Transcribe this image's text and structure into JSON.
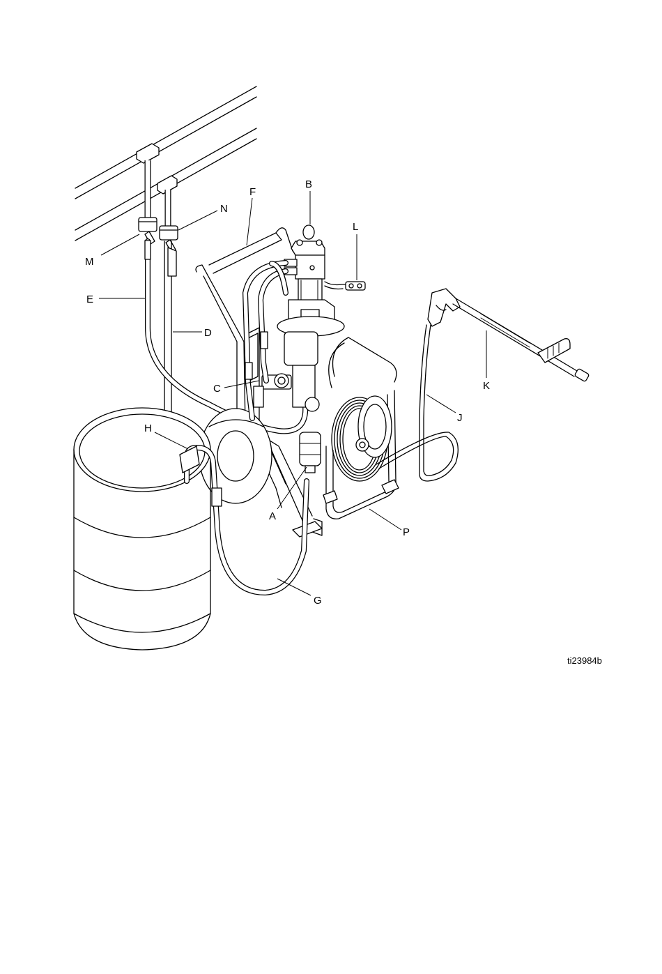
{
  "labels": {
    "A": "A",
    "B": "B",
    "C": "C",
    "D": "D",
    "E": "E",
    "F": "F",
    "G": "G",
    "H": "H",
    "J": "J",
    "K": "K",
    "L": "L",
    "M": "M",
    "N": "N",
    "P": "P"
  },
  "figure_id": "ti23984b"
}
